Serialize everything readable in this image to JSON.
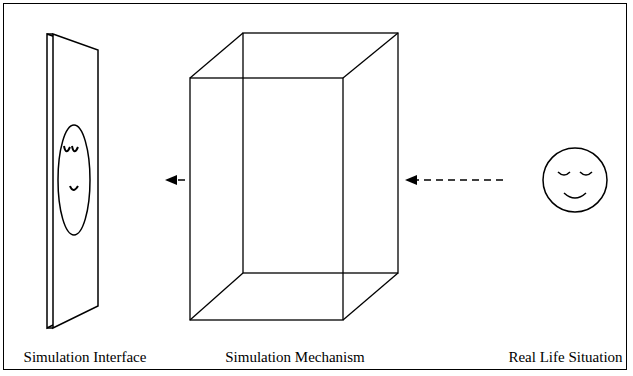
{
  "diagram": {
    "nodes": [
      {
        "text": [
          "Simulation Interface"
        ]
      },
      {
        "text": [
          "Simulation Mechanism"
        ]
      },
      {
        "text": [
          "Real Life Situation"
        ]
      }
    ],
    "edges": [
      {
        "from": 2,
        "to": 1,
        "arrow": "to"
      },
      {
        "from": 1,
        "to": 0,
        "arrow": "to"
      }
    ]
  }
}
